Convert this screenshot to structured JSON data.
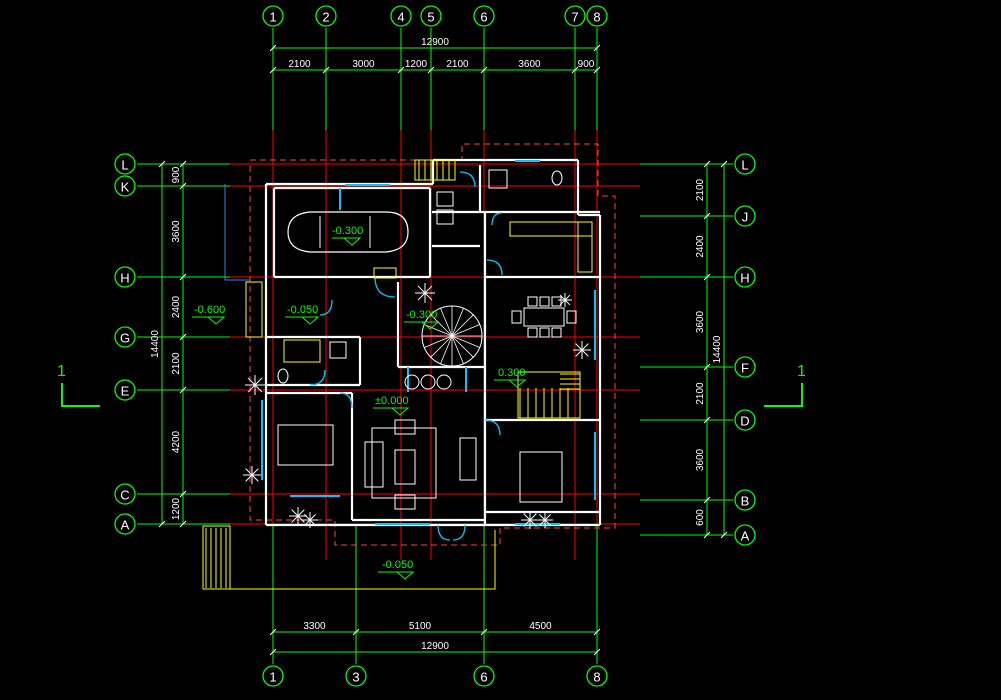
{
  "axes": {
    "top": [
      "1",
      "2",
      "4",
      "5",
      "6",
      "7",
      "8"
    ],
    "bottom": [
      "1",
      "3",
      "6",
      "8"
    ],
    "left": [
      "L",
      "K",
      "H",
      "G",
      "E",
      "C",
      "A"
    ],
    "right": [
      "L",
      "J",
      "H",
      "F",
      "D",
      "B",
      "A"
    ]
  },
  "dims": {
    "top_total": "12900",
    "top_segments": [
      "2100",
      "3000",
      "1200",
      "2100",
      "3600",
      "900"
    ],
    "bottom_segments": [
      "3300",
      "5100",
      "4500"
    ],
    "bottom_total": "12900",
    "left_segments": [
      "900",
      "3600",
      "2400",
      "2100",
      "4200",
      "1200"
    ],
    "left_total": "14400",
    "right_segments": [
      "2100",
      "2400",
      "3600",
      "2100",
      "3600",
      "600"
    ],
    "right_total": "14400"
  },
  "levels": {
    "garage": "-0.300",
    "left_side": "-0.600",
    "corridor": "-0.050",
    "light_well": "-0.300",
    "stair_landing": "0.300",
    "living": "±0.000",
    "entrance": "-0.050"
  },
  "section": {
    "left": "1",
    "right": "1"
  },
  "colors": {
    "background": "#000000",
    "axis_line": "#00ff00",
    "grid_line": "#ff0000",
    "wall": "#ffffff",
    "window": "#00c8ff",
    "stair": "#ffff00",
    "dim_text": "#ffffff",
    "boundary": "#ff4040"
  }
}
